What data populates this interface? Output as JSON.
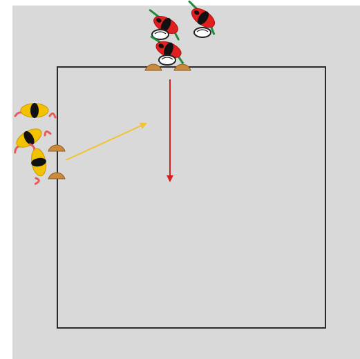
{
  "drill": {
    "colors": {
      "background": "#d9d9d9",
      "pitch_line": "#2b2b2b",
      "red_team_body": "#e02020",
      "red_team_head": "#111111",
      "red_team_limbs": "#1f8a3a",
      "yellow_team_body": "#f2c200",
      "yellow_team_head": "#111111",
      "yellow_team_limbs": "#e85a5a",
      "cone": "#c98a3e",
      "ball": "#ffffff",
      "red_arrow": "#d62020",
      "yellow_arrow": "#f1c232"
    },
    "elements": {
      "square_area": "square-pitch",
      "top_gate": "cone-gate-top",
      "left_gate": "cone-gate-left",
      "red_team": "red-players-with-balls",
      "yellow_team": "yellow-players",
      "red_run": "red-arrow-down",
      "yellow_run": "yellow-arrow-diagonal"
    },
    "counts": {
      "red_players": 3,
      "yellow_players": 3,
      "balls": 3,
      "cones": 4
    }
  }
}
